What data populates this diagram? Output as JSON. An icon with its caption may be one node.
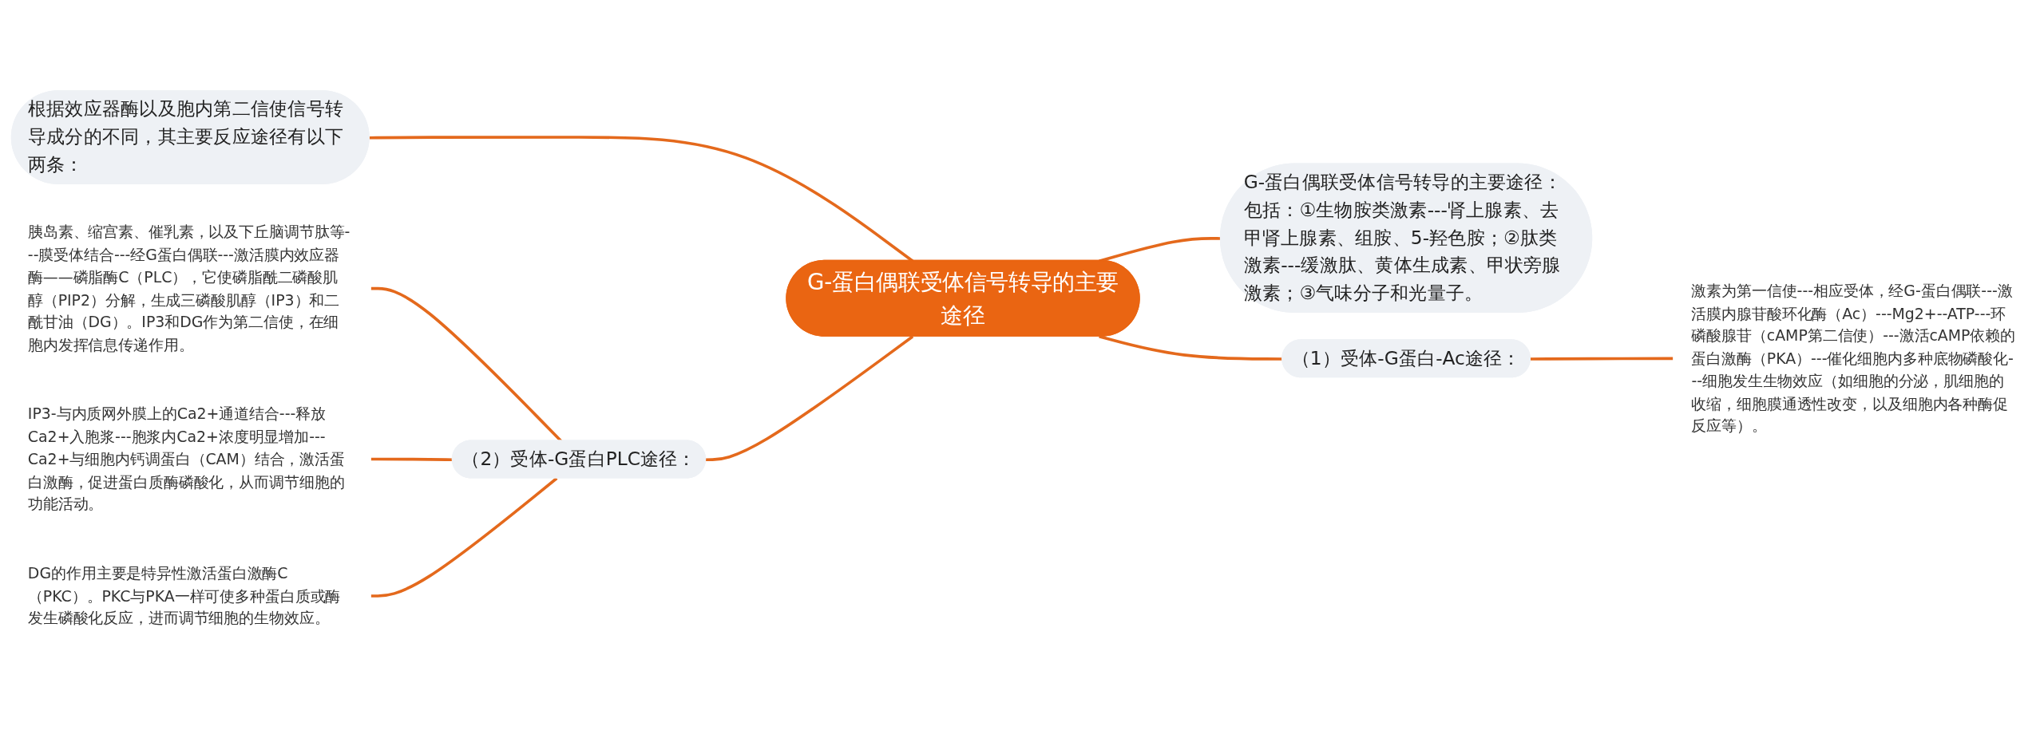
{
  "diagram": {
    "nodes": [
      {
        "text": [
          "G-蛋白偶联受体信号转导的主要途径"
        ]
      },
      {
        "text": [
          "根据效应器酶以及胞内第二信使信号转导成分的不同，其主要反应途径有以下两条："
        ]
      },
      {
        "text": [
          "G-蛋白偶联受体信号转导的主要途径：包括：①生物胺类激素---肾上腺素、去甲肾上腺素、组胺、5-羟色胺；②肽类激素---缓激肽、黄体生成素、甲状旁腺激素；③气味分子和光量子。"
        ]
      },
      {
        "text": [
          "（2）受体-G蛋白PLC途径："
        ]
      },
      {
        "text": [
          "（1）受体-G蛋白-Ac途径："
        ]
      },
      {
        "text": [
          "胰岛素、缩宫素、催乳素，以及下丘脑调节肽等---膜受体结合---经G蛋白偶联---激活膜内效应器酶——磷脂酶C（PLC），它使磷脂酰二磷酸肌醇（PIP2）分解，生成三磷酸肌醇（IP3）和二酰甘油（DG）。IP3和DG作为第二信使，在细胞内发挥信息传递作用。"
        ]
      },
      {
        "text": [
          "IP3-与内质网外膜上的Ca2+通道结合---释放Ca2+入胞浆---胞浆内Ca2+浓度明显增加---Ca2+与细胞内钙调蛋白（CAM）结合，激活蛋白激酶，促进蛋白质酶磷酸化，从而调节细胞的功能活动。"
        ]
      },
      {
        "text": [
          "DG的作用主要是特异性激活蛋白激酶C（PKC）。PKC与PKA一样可使多种蛋白质或酶发生磷酸化反应，进而调节细胞的生物效应。"
        ]
      },
      {
        "text": [
          "激素为第一信使---相应受体，经G-蛋白偶联---激活膜内腺苷酸环化酶（Ac）---Mg2+--ATP---环磷酸腺苷（cAMP第二信使）---激活cAMP依赖的蛋白激酶（PKA）---催化细胞内多种底物磷酸化---细胞发生生物效应（如细胞的分泌，肌细胞的收缩，细胞膜通透性改变，以及细胞内各种酶促反应等）。"
        ]
      }
    ],
    "edges": [
      {
        "from": 1,
        "to": 0,
        "arrow": "none"
      },
      {
        "from": 0,
        "to": 2,
        "arrow": "none"
      },
      {
        "from": 3,
        "to": 0,
        "arrow": "none"
      },
      {
        "from": 0,
        "to": 4,
        "arrow": "none"
      },
      {
        "from": 5,
        "to": 3,
        "arrow": "none"
      },
      {
        "from": 6,
        "to": 3,
        "arrow": "none"
      },
      {
        "from": 7,
        "to": 3,
        "arrow": "none"
      },
      {
        "from": 4,
        "to": 8,
        "arrow": "none"
      }
    ]
  }
}
